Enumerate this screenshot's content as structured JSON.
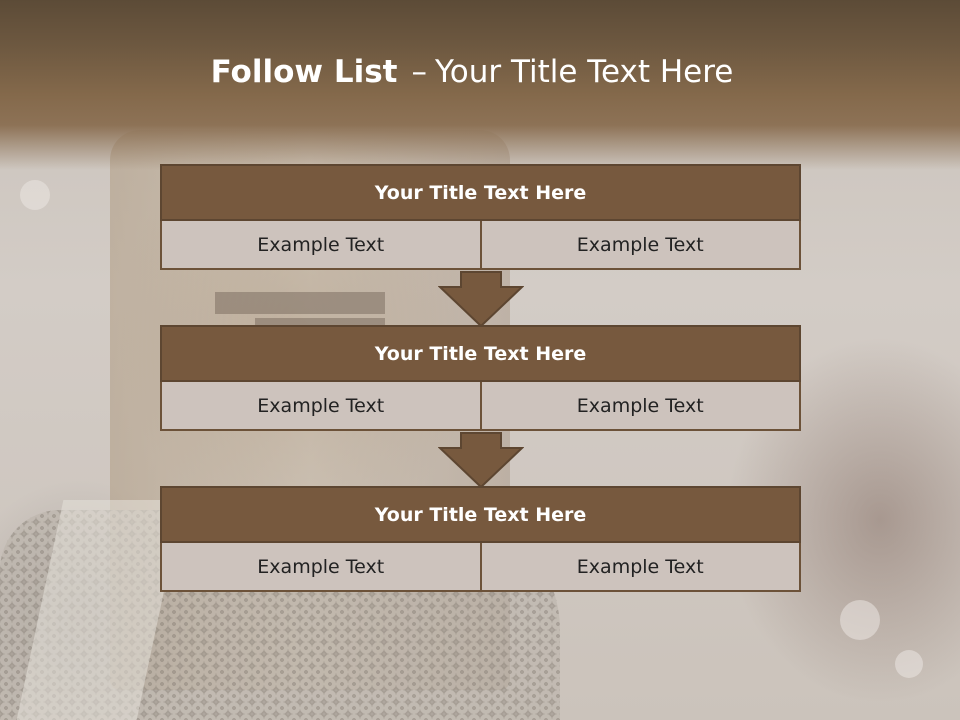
{
  "header": {
    "title_bold": "Follow List",
    "title_dash": "–",
    "title_rest": "Your Title Text Here"
  },
  "blocks": [
    {
      "title": "Your Title Text Here",
      "left": "Example Text",
      "right": "Example Text"
    },
    {
      "title": "Your Title Text Here",
      "left": "Example Text",
      "right": "Example Text"
    },
    {
      "title": "Your Title Text Here",
      "left": "Example Text",
      "right": "Example Text"
    }
  ],
  "colors": {
    "header": "#6d5840",
    "block_title": "#77593e",
    "block_cell": "#cdc3bd",
    "arrow": "#77593e"
  },
  "icons": [
    "down-arrow-icon",
    "down-arrow-icon"
  ]
}
